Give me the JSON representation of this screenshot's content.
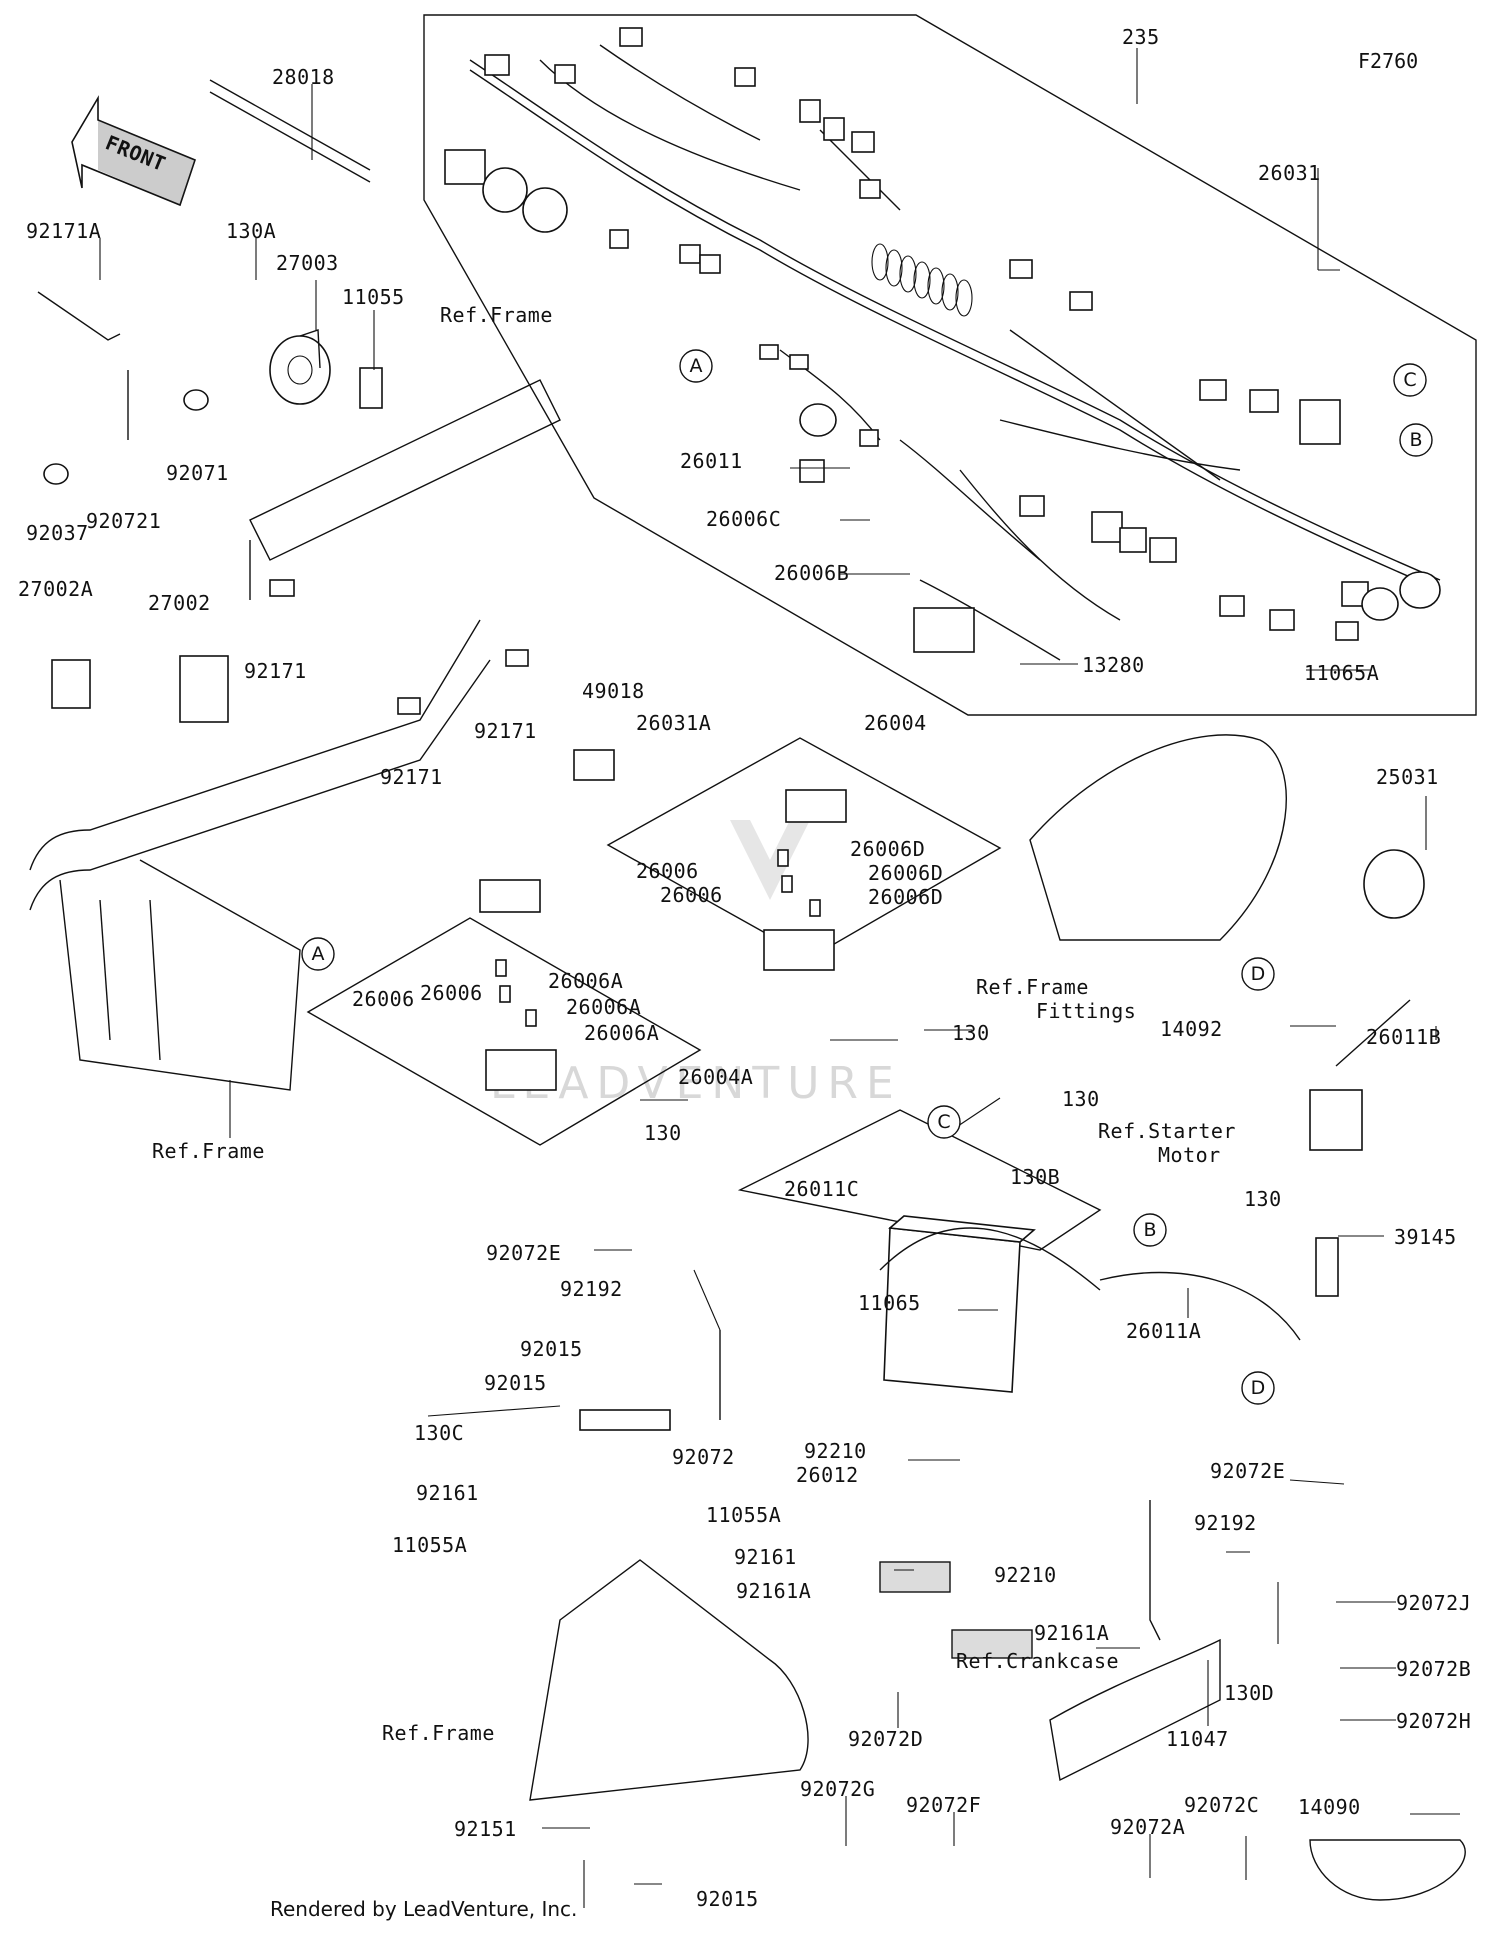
{
  "figure_id": "F2760",
  "front_arrow_label": "FRONT",
  "credit": "Rendered by LeadVenture, Inc.",
  "watermark": "LEADVENTURE",
  "callout_letters": [
    "A",
    "B",
    "C",
    "D"
  ],
  "part_labels": [
    "235",
    "F2760",
    "28018",
    "26031",
    "92171A",
    "130A",
    "27003",
    "11055",
    "92071",
    "920721",
    "92037",
    "27002A",
    "27002",
    "92171",
    "49018",
    "26031A",
    "26004",
    "26011",
    "26006C",
    "26006B",
    "13280",
    "11065A",
    "25031",
    "26006",
    "26006D",
    "26006A",
    "26004A",
    "130",
    "14092",
    "26011B",
    "130B",
    "26011C",
    "92072E",
    "92192",
    "11065",
    "92015",
    "130C",
    "92072",
    "92161",
    "11055A",
    "92210",
    "26012",
    "92161A",
    "26011A",
    "39145",
    "92072J",
    "92072B",
    "92072H",
    "130D",
    "11047",
    "92072D",
    "92072G",
    "92072F",
    "92072A",
    "92072C",
    "14090",
    "92151"
  ],
  "ref_labels": [
    "Ref.Frame",
    "Ref.Frame Fittings",
    "Ref.Starter Motor",
    "Ref.Crankcase"
  ]
}
